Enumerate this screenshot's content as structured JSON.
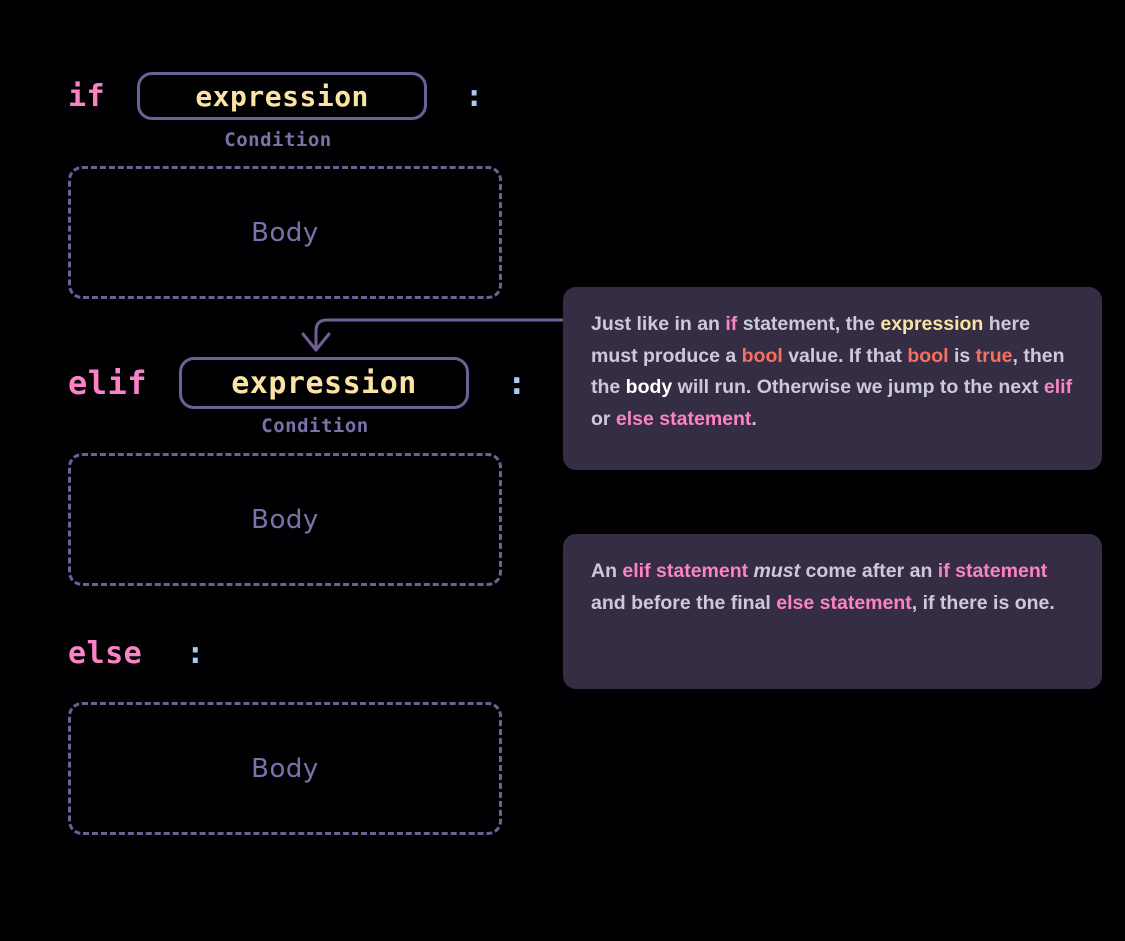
{
  "theme": {
    "background": "#010103",
    "keyword_pink": "#f983c4",
    "colon_blue": "#a9cdf2",
    "expression_yellow": "#fbe4a3",
    "purple_outline": "#6f6094",
    "purple_text": "#7e70a9",
    "callout_bg": "#352d44",
    "callout_text": "#ccc9dd",
    "accent_red": "#f4715f"
  },
  "diagram": {
    "title": "python-if-elif-else-statement-structure",
    "blocks": [
      {
        "id": "if-block",
        "keyword": "if",
        "expression": "expression",
        "colon": ":",
        "condition_label": "Condition",
        "body_label": "Body"
      },
      {
        "id": "elif-block",
        "keyword": "elif",
        "expression": "expression",
        "colon": ":",
        "condition_label": "Condition",
        "body_label": "Body"
      },
      {
        "id": "else-block",
        "keyword": "else",
        "colon": ":",
        "body_label": "Body"
      }
    ]
  },
  "callouts": [
    {
      "id": "elif-expression-note",
      "segments": [
        {
          "text": "Just like in an ",
          "style": "plain"
        },
        {
          "text": "if",
          "style": "pink"
        },
        {
          "text": " statement, the ",
          "style": "plain"
        },
        {
          "text": "expression",
          "style": "yellow"
        },
        {
          "text": " here must produce a ",
          "style": "plain"
        },
        {
          "text": "bool",
          "style": "red"
        },
        {
          "text": " value. If that ",
          "style": "plain"
        },
        {
          "text": "bool",
          "style": "red"
        },
        {
          "text": " is ",
          "style": "plain"
        },
        {
          "text": "true",
          "style": "red"
        },
        {
          "text": ", then the ",
          "style": "plain"
        },
        {
          "text": "body",
          "style": "white"
        },
        {
          "text": " will run. Otherwise we jump to the next ",
          "style": "plain"
        },
        {
          "text": "elif",
          "style": "pink"
        },
        {
          "text": " or ",
          "style": "plain"
        },
        {
          "text": "else statement",
          "style": "pink"
        },
        {
          "text": ".",
          "style": "plain"
        }
      ],
      "plain_text": "Just like in an if statement, the expression here must produce a bool value. If that bool is true, then the body will run. Otherwise we jump to the next elif or else statement."
    },
    {
      "id": "elif-ordering-note",
      "segments": [
        {
          "text": "An ",
          "style": "plain"
        },
        {
          "text": "elif statement",
          "style": "pink"
        },
        {
          "text": " must",
          "style": "italic"
        },
        {
          "text": " come after an ",
          "style": "plain"
        },
        {
          "text": "if statement",
          "style": "pink"
        },
        {
          "text": " and before the final ",
          "style": "plain"
        },
        {
          "text": "else statement",
          "style": "pink"
        },
        {
          "text": ", if there is one.",
          "style": "plain"
        }
      ],
      "plain_text": "An elif statement must come after an if statement and before the final else statement, if there is one."
    }
  ],
  "connector": {
    "name": "flow-arrow-to-elif",
    "description": "curved arrow from if-body exit to elif row"
  }
}
